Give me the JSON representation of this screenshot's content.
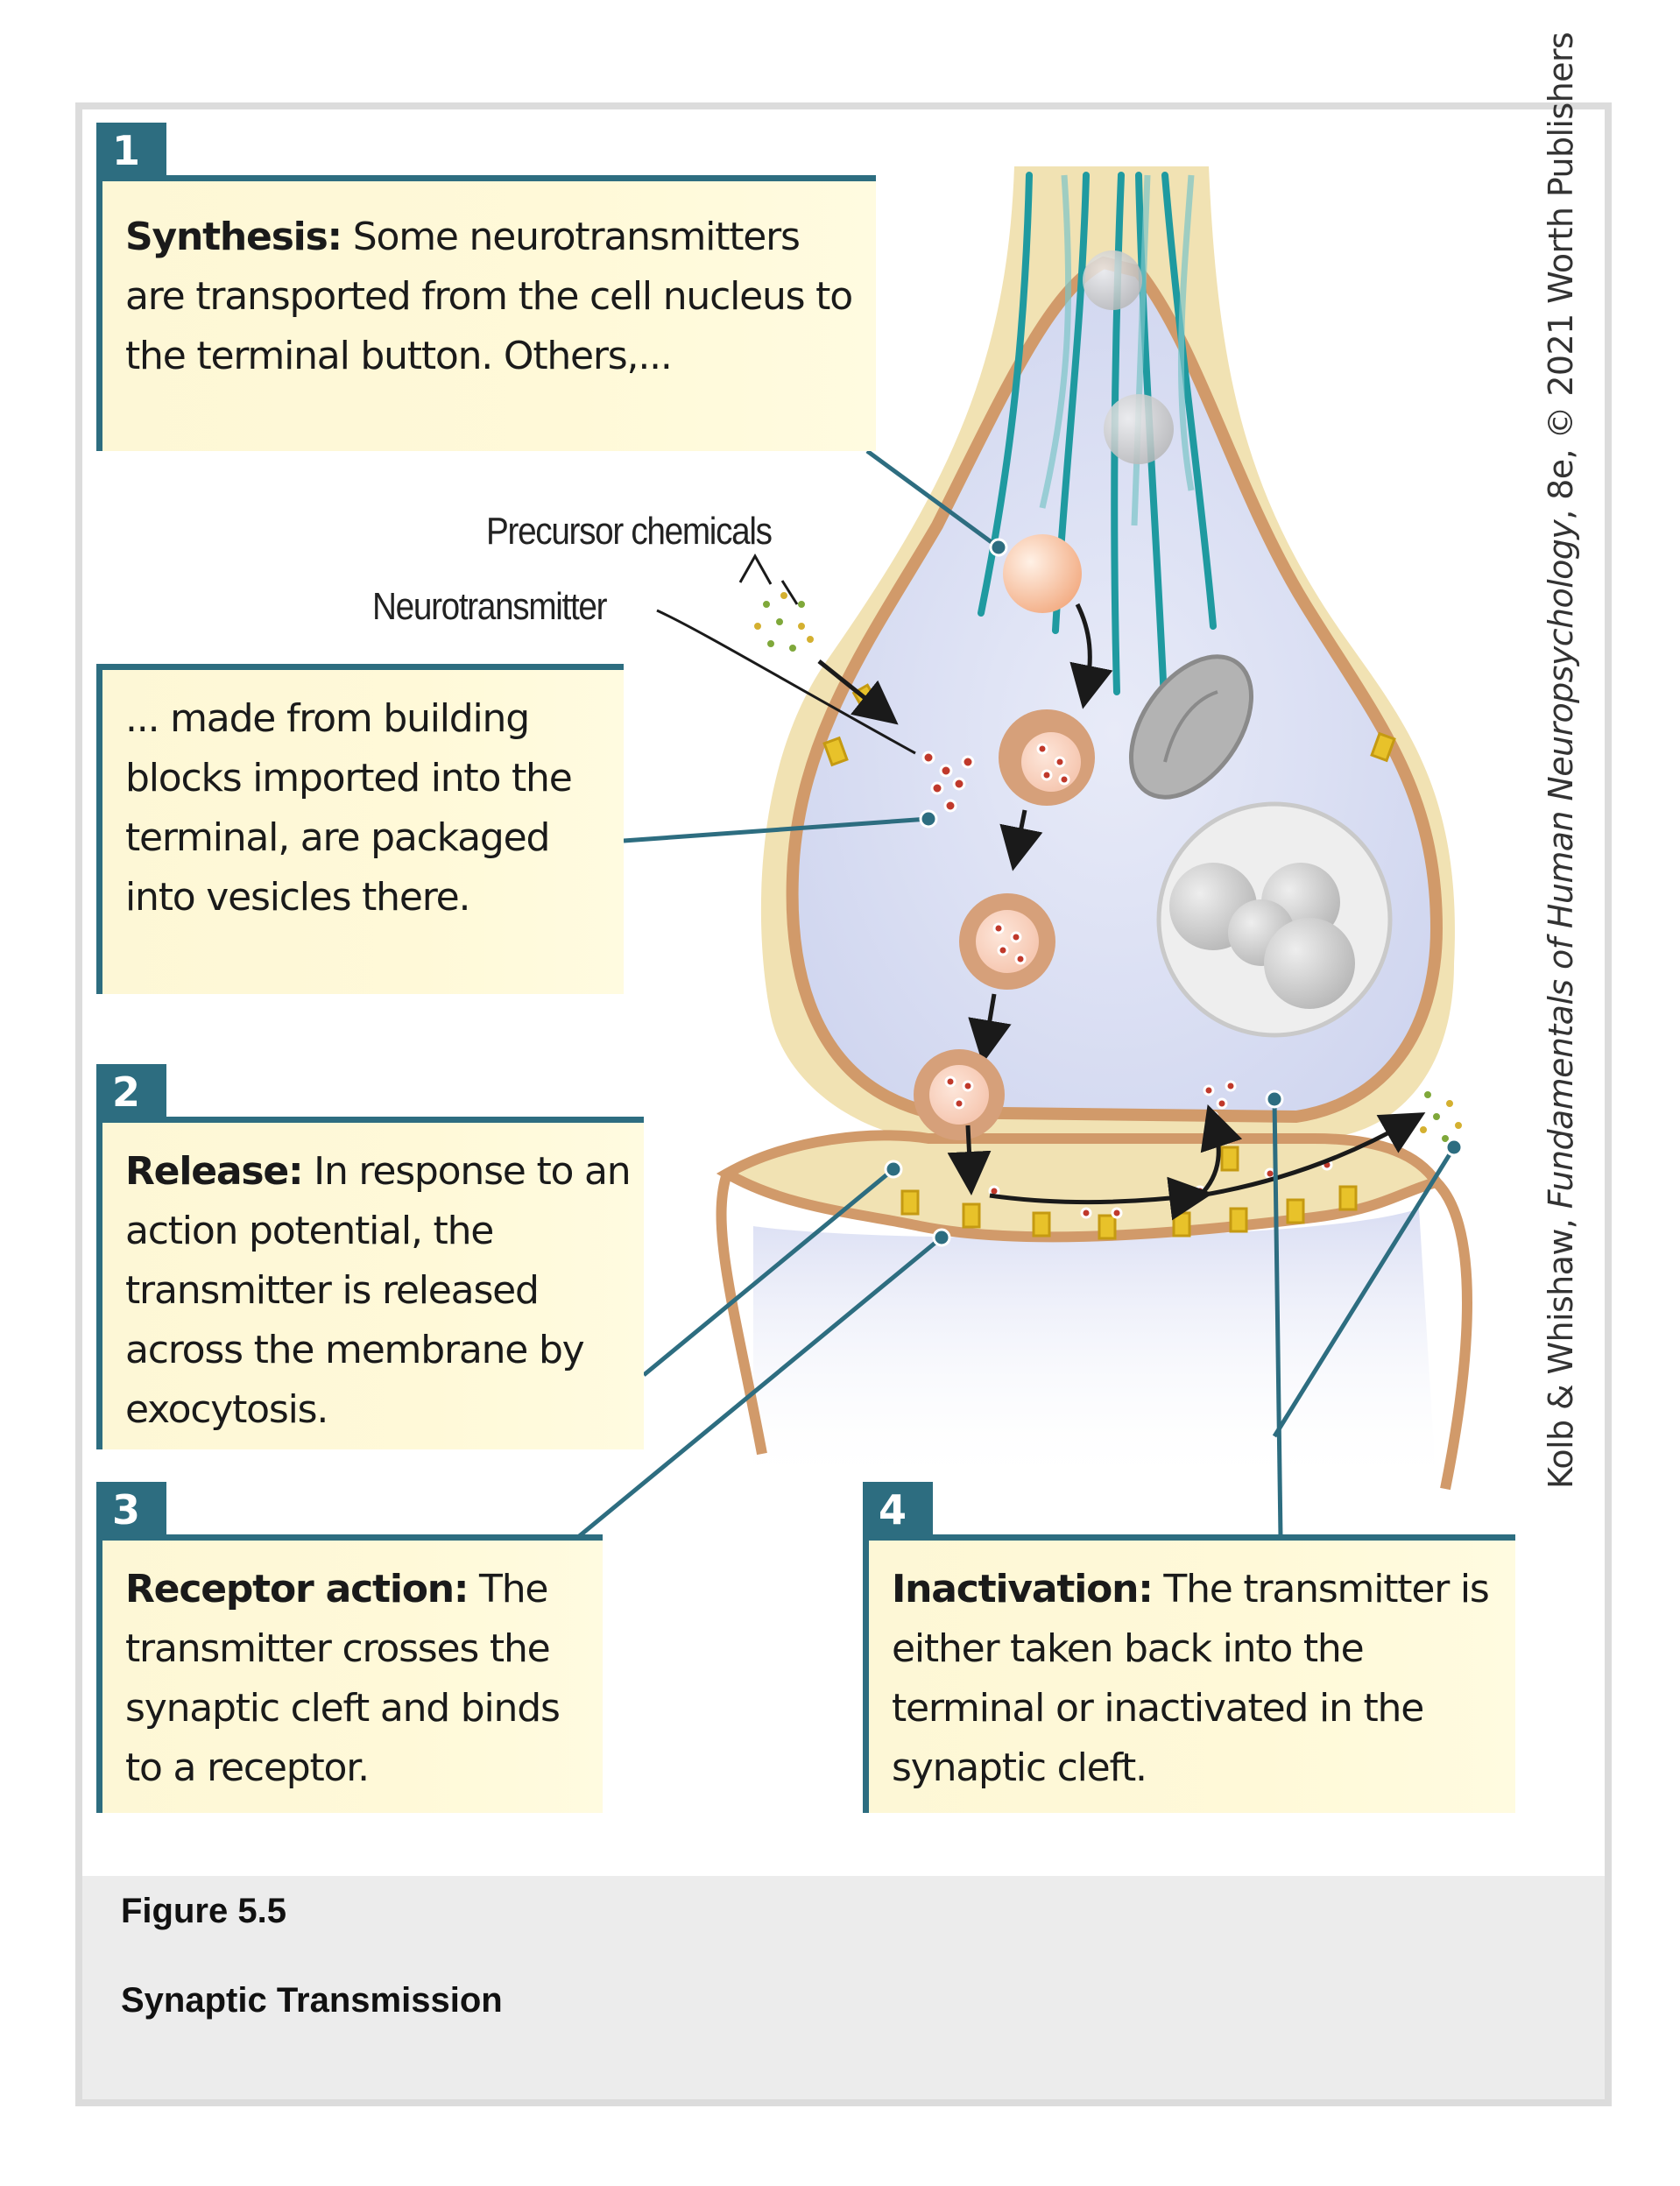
{
  "figure": {
    "number_label": "Figure 5.5",
    "title": "Synaptic Transmission",
    "credit_authors": "Kolb & Whishaw, ",
    "credit_book": "Fundamentals of Human Neuropsychology",
    "credit_rest": ", 8e, © 2021 Worth Publishers"
  },
  "steps": [
    {
      "number": "1",
      "heading": "Synthesis:",
      "body": " Some neurotransmitters are transported from the cell nucleus to the terminal button. Others,..."
    },
    {
      "number": "",
      "heading": "",
      "body": "... made from building blocks imported into the terminal, are packaged into vesicles there."
    },
    {
      "number": "2",
      "heading": "Release:",
      "body": " In response to an action potential, the transmitter is released across the membrane by exocytosis."
    },
    {
      "number": "3",
      "heading": "Receptor action:",
      "body": " The transmitter crosses the synaptic cleft and binds to a receptor."
    },
    {
      "number": "4",
      "heading": "Inactivation:",
      "body": " The transmitter is either taken back into the terminal or inactivated in the synaptic cleft."
    }
  ],
  "labels": {
    "precursor": "Precursor chemicals",
    "neurotransmitter": "Neurotransmitter"
  },
  "colors": {
    "callout_accent": "#2d6d80",
    "callout_fill": "#fff9d8",
    "membrane": "#d19a6a",
    "cytoplasm": "#dfe3f5",
    "microtubule": "#1f9aa0",
    "receptor": "#e8c22a",
    "transmitter": "#c0392b"
  }
}
